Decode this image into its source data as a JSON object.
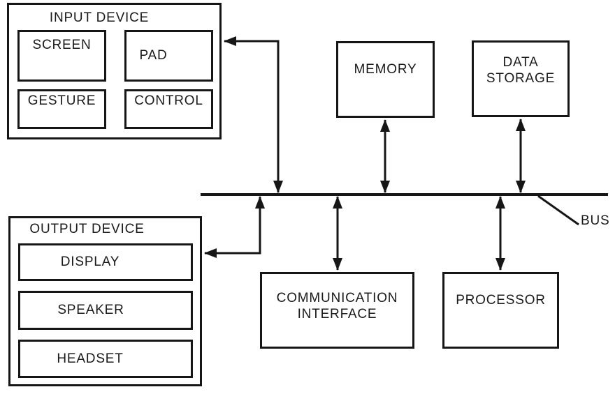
{
  "diagram": {
    "input_device": {
      "title": "INPUT DEVICE",
      "screen": "SCREEN",
      "pad": "PAD",
      "gesture": "GESTURE",
      "control": "CONTROL"
    },
    "memory": {
      "title": "MEMORY"
    },
    "data_storage": {
      "title": "DATA\nSTORAGE"
    },
    "output_device": {
      "title": "OUTPUT DEVICE",
      "display": "DISPLAY",
      "speaker": "SPEAKER",
      "headset": "HEADSET"
    },
    "communication_interface": {
      "title": "COMMUNICATION\nINTERFACE"
    },
    "processor": {
      "title": "PROCESSOR"
    },
    "bus": {
      "label": "BUS"
    },
    "connector_color": "#161616"
  }
}
